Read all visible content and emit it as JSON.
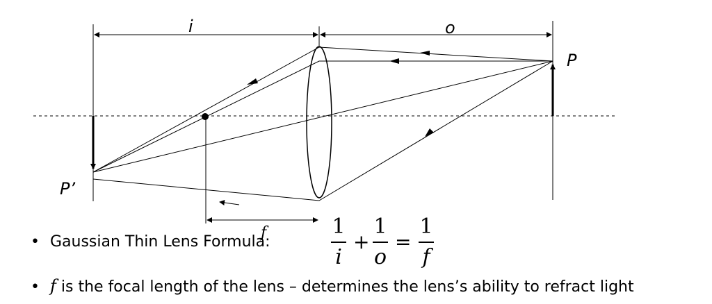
{
  "diagram": {
    "label_i": "i",
    "label_o": "o",
    "label_P": "P",
    "label_P_prime": "P’",
    "label_f": "f"
  },
  "bullets": {
    "marker": "•",
    "bullet1_text": "Gaussian Thin Lens Formula:",
    "bullet2_var": "f",
    "bullet2_text": " is the focal length of the lens – determines the lens’s ability to refract light"
  },
  "formula": {
    "num1": "1",
    "den1": "i",
    "plus": "+",
    "num2": "1",
    "den2": "o",
    "equals": "=",
    "num3": "1",
    "den3": "f"
  }
}
